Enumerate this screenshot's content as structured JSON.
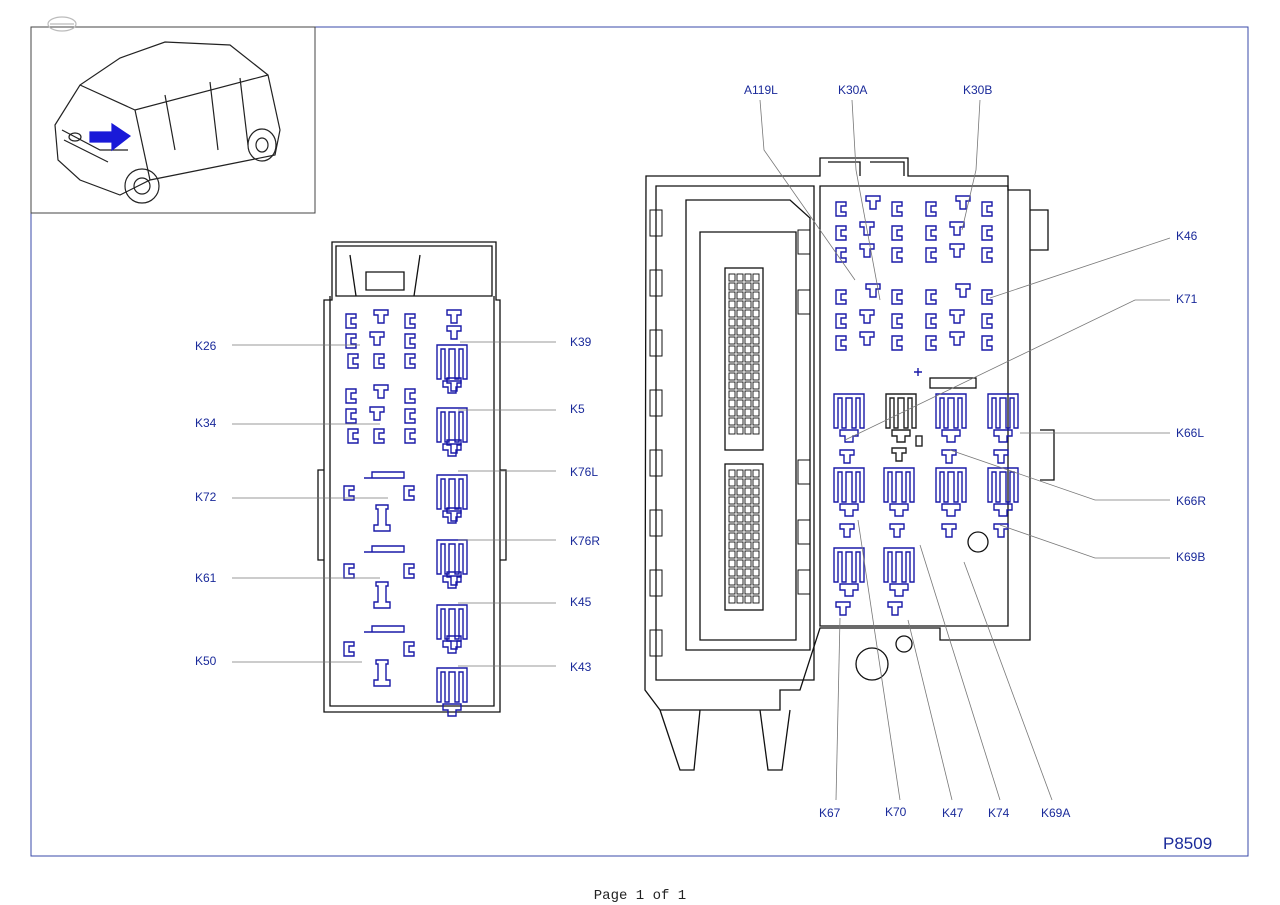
{
  "drawing_code": "P8509",
  "footer": {
    "page_text": "Page 1 of 1"
  },
  "colors": {
    "relay_blue": "#1a1aa8",
    "outline": "#111111",
    "leader": "#777777",
    "frame": "#3a4aa8"
  },
  "icons": {
    "locator": "car-arrow-icon",
    "logo": "watermark-logo-icon"
  },
  "left_box": {
    "left_labels": [
      "K26",
      "K34",
      "K72",
      "K61",
      "K50"
    ],
    "right_labels": [
      "K39",
      "K5",
      "K76L",
      "K76R",
      "K45",
      "K43"
    ]
  },
  "right_box": {
    "top_labels": [
      "A119L",
      "K30A",
      "K30B"
    ],
    "right_labels": [
      "K46",
      "K71",
      "K66L",
      "K66R",
      "K69B"
    ],
    "bottom_labels": [
      "K67",
      "K70",
      "K47",
      "K74",
      "K69A"
    ]
  }
}
